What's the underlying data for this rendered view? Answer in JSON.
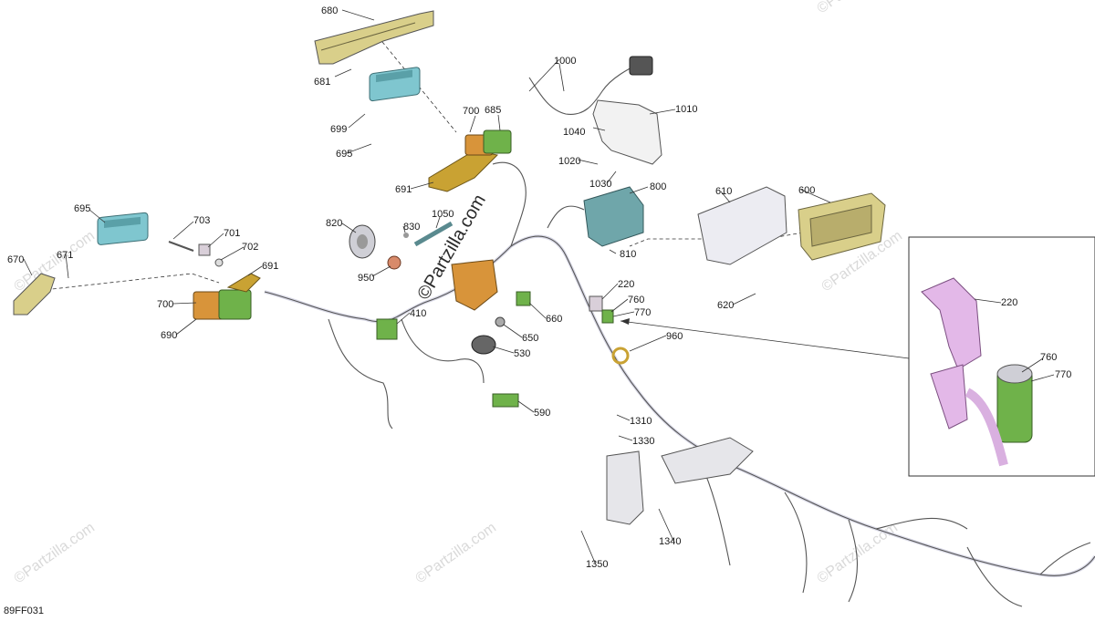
{
  "diagram_id": "89FF031",
  "watermark": "©Partzilla.com",
  "part_labels": [
    "680",
    "681",
    "699",
    "695",
    "700",
    "685",
    "691",
    "1000",
    "1040",
    "1010",
    "1020",
    "1030",
    "800",
    "610",
    "600",
    "695",
    "703",
    "701",
    "702",
    "670",
    "671",
    "691",
    "700",
    "690",
    "820",
    "830",
    "1050",
    "950",
    "410",
    "810",
    "220",
    "760",
    "770",
    "660",
    "650",
    "530",
    "960",
    "590",
    "620",
    "1310",
    "1330",
    "1340",
    "1350",
    "220",
    "760",
    "770"
  ],
  "colors": {
    "cyan_module": "#7fc6cf",
    "gold_module": "#c9a233",
    "orange_module": "#d8943a",
    "green_module": "#6fb24a",
    "tan_cluster": "#d9cf8a",
    "lavender_inset": "#e3b8e8",
    "teal_ecu": "#6fa6aa"
  }
}
